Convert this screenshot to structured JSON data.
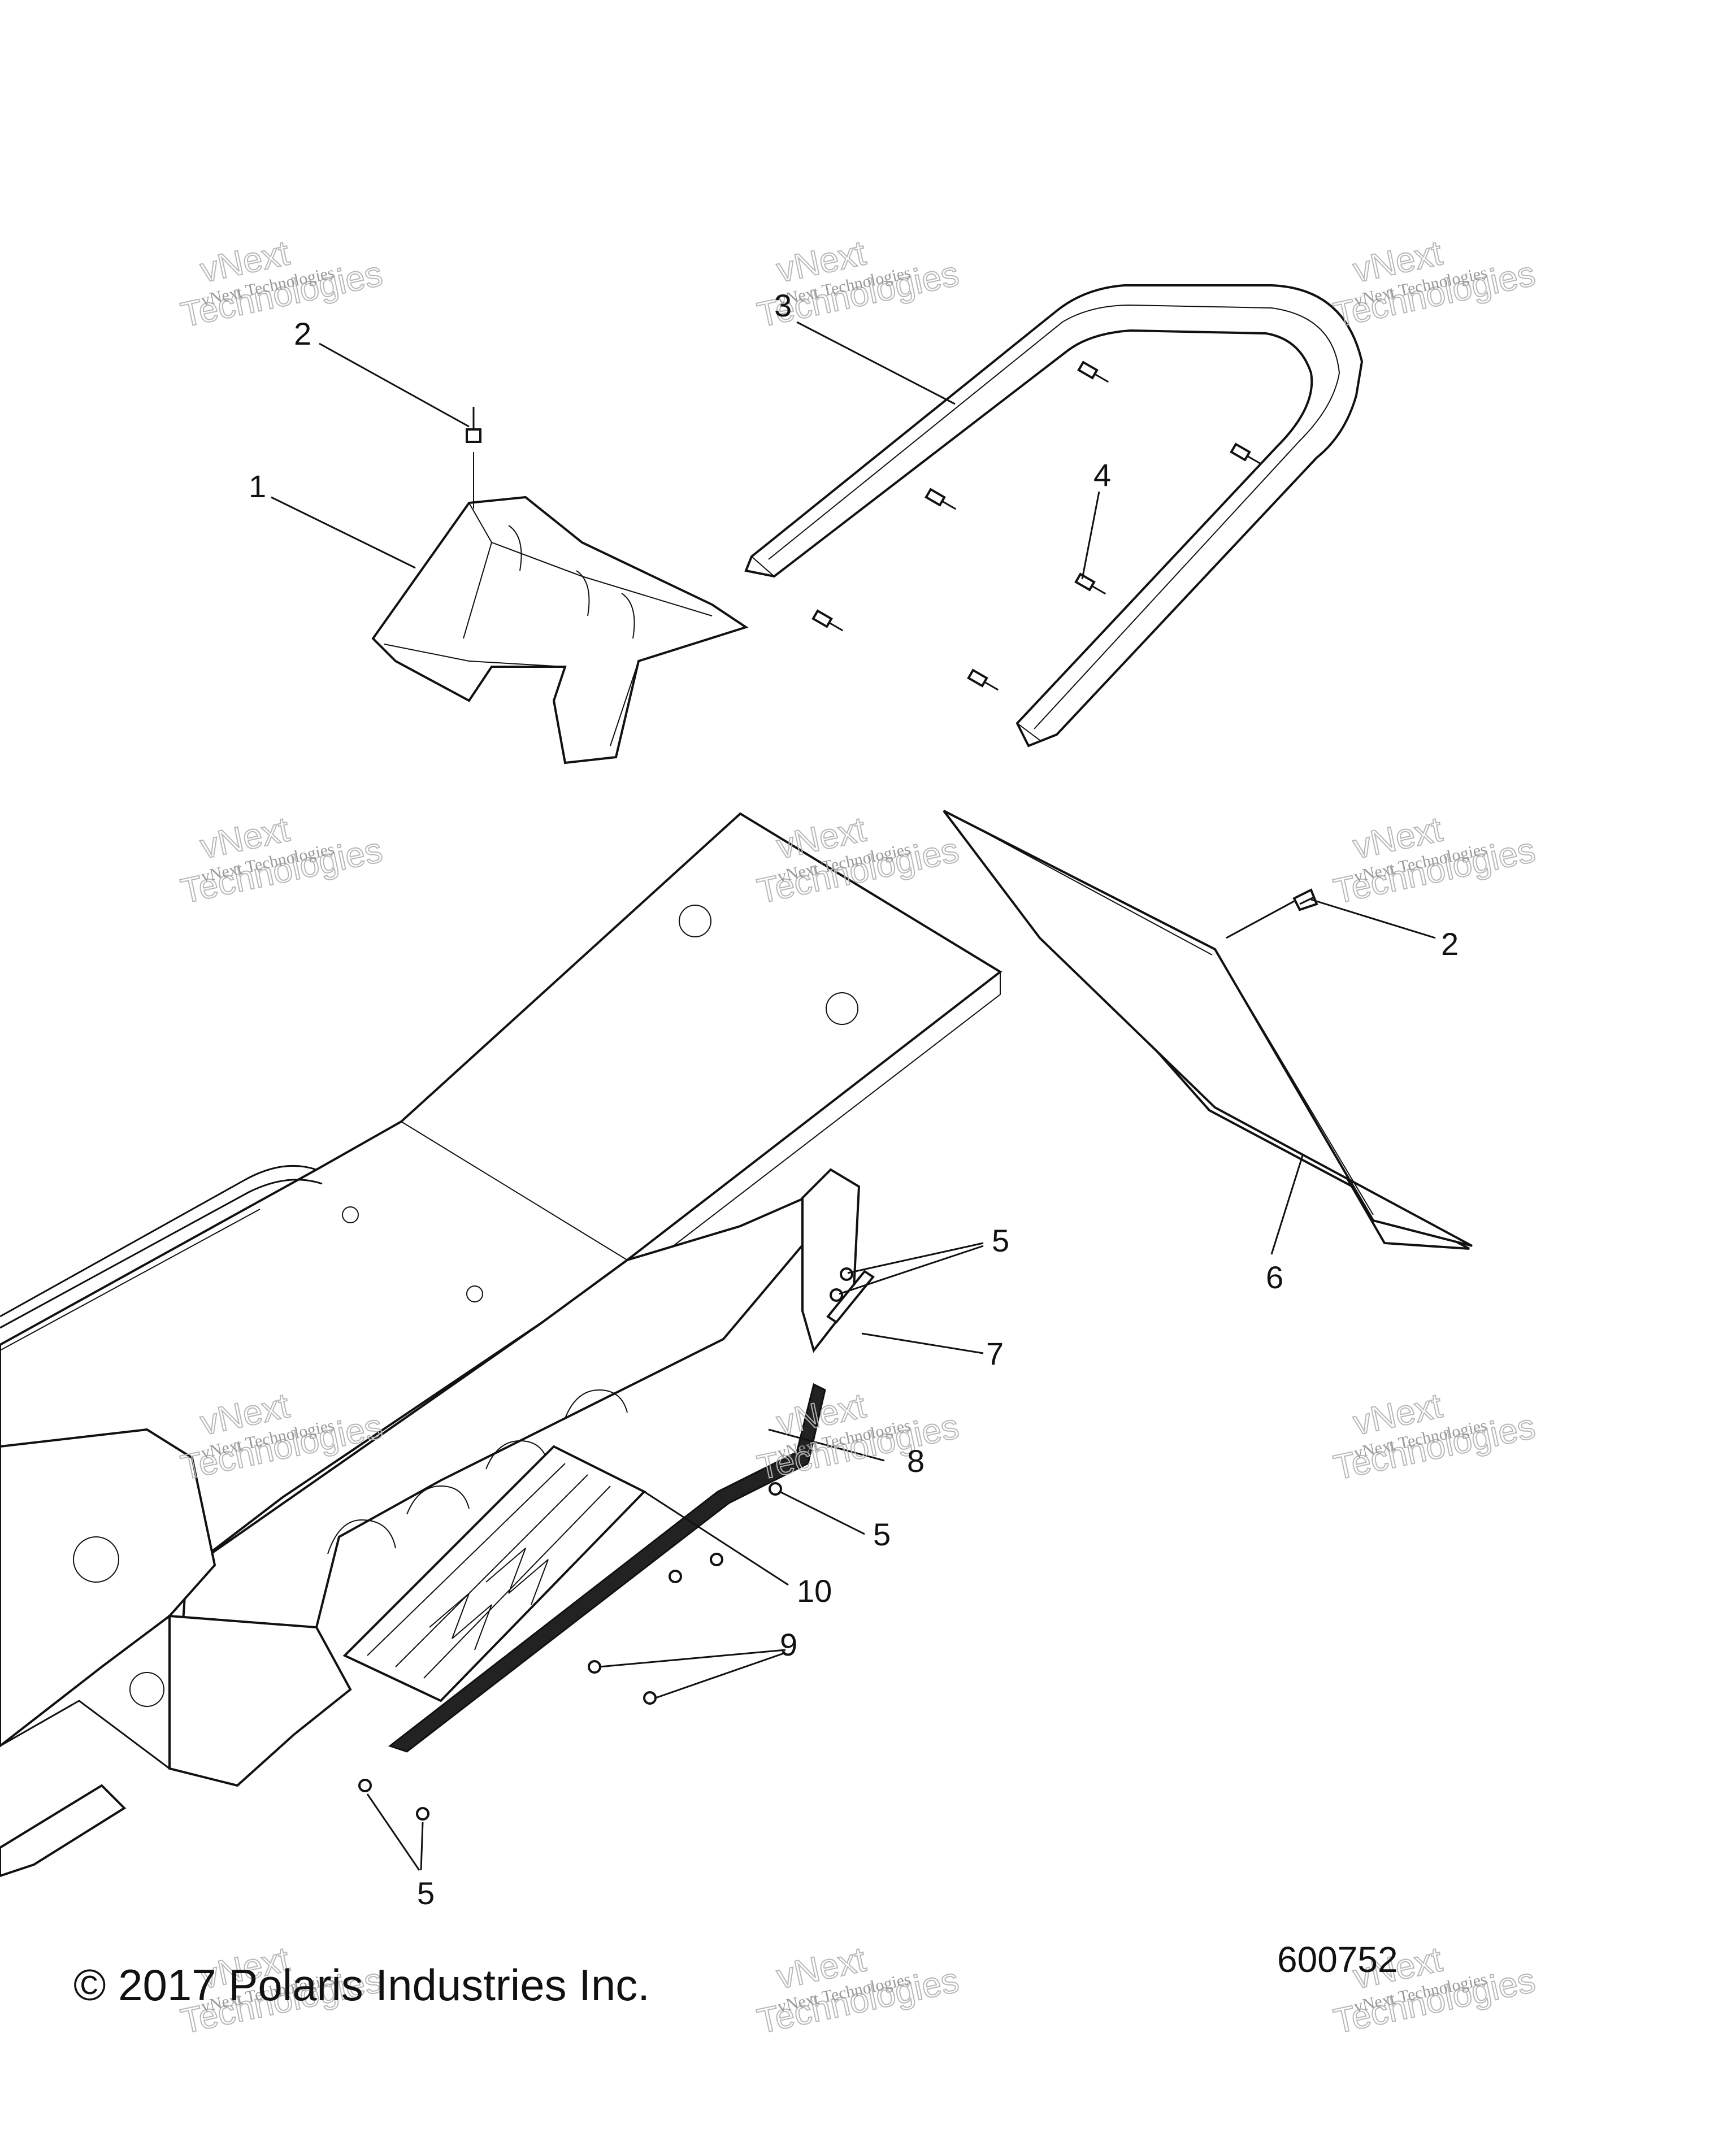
{
  "diagram": {
    "callouts": [
      {
        "id": "c2a",
        "label": "2"
      },
      {
        "id": "c1",
        "label": "1"
      },
      {
        "id": "c3",
        "label": "3"
      },
      {
        "id": "c4",
        "label": "4"
      },
      {
        "id": "c2b",
        "label": "2"
      },
      {
        "id": "c6",
        "label": "6"
      },
      {
        "id": "c5a",
        "label": "5"
      },
      {
        "id": "c7",
        "label": "7"
      },
      {
        "id": "c8",
        "label": "8"
      },
      {
        "id": "c5b",
        "label": "5"
      },
      {
        "id": "c10",
        "label": "10"
      },
      {
        "id": "c9",
        "label": "9"
      },
      {
        "id": "c5c",
        "label": "5"
      }
    ],
    "figure_number": "600752",
    "copyright": "© 2017 Polaris Industries Inc.",
    "watermark": {
      "small": "vNext Technologies",
      "large_top": "vNext",
      "large_bottom": "Technologies"
    }
  }
}
